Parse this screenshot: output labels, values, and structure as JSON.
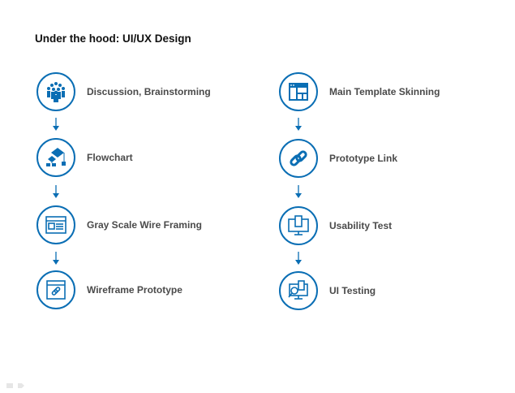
{
  "title": "Under the hood: UI/UX Design",
  "accent": "#0a6eb4",
  "left_steps": [
    {
      "label": "Discussion, Brainstorming",
      "icon": "people-group-icon"
    },
    {
      "label": "Flowchart",
      "icon": "flowchart-icon"
    },
    {
      "label": "Gray Scale Wire Framing",
      "icon": "wireframe-window-icon"
    },
    {
      "label": "Wireframe Prototype",
      "icon": "browser-link-icon"
    }
  ],
  "right_steps": [
    {
      "label": "Main Template Skinning",
      "icon": "template-layout-icon"
    },
    {
      "label": "Prototype Link",
      "icon": "chain-link-icon"
    },
    {
      "label": "Usability Test",
      "icon": "monitor-device-icon"
    },
    {
      "label": "UI Testing",
      "icon": "monitor-search-icon"
    }
  ]
}
